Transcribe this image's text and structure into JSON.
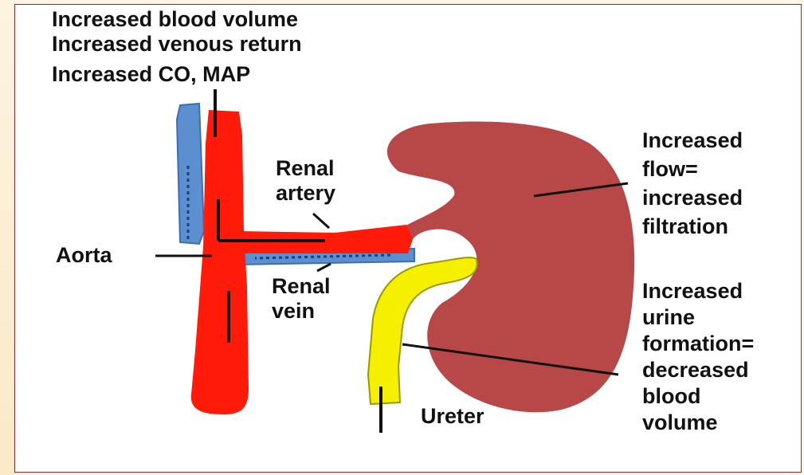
{
  "top_caption": [
    "Increased blood volume",
    "Increased venous return",
    "Increased CO, MAP"
  ],
  "labels": {
    "renal_artery": [
      "Renal",
      "artery"
    ],
    "aorta": "Aorta",
    "renal_vein": [
      "Renal",
      "vein"
    ],
    "ureter": "Ureter",
    "kidney_note": [
      "Increased",
      "flow=",
      "increased",
      "filtration"
    ],
    "urine_note": [
      "Increased",
      "urine",
      "formation=",
      "decreased",
      "blood",
      "volume"
    ]
  },
  "colors": {
    "artery": "#ff1a0a",
    "vein": "#5b8fd0",
    "kidney": "#b84848",
    "ureter": "#f4f000",
    "border": "#8b2d2d"
  }
}
